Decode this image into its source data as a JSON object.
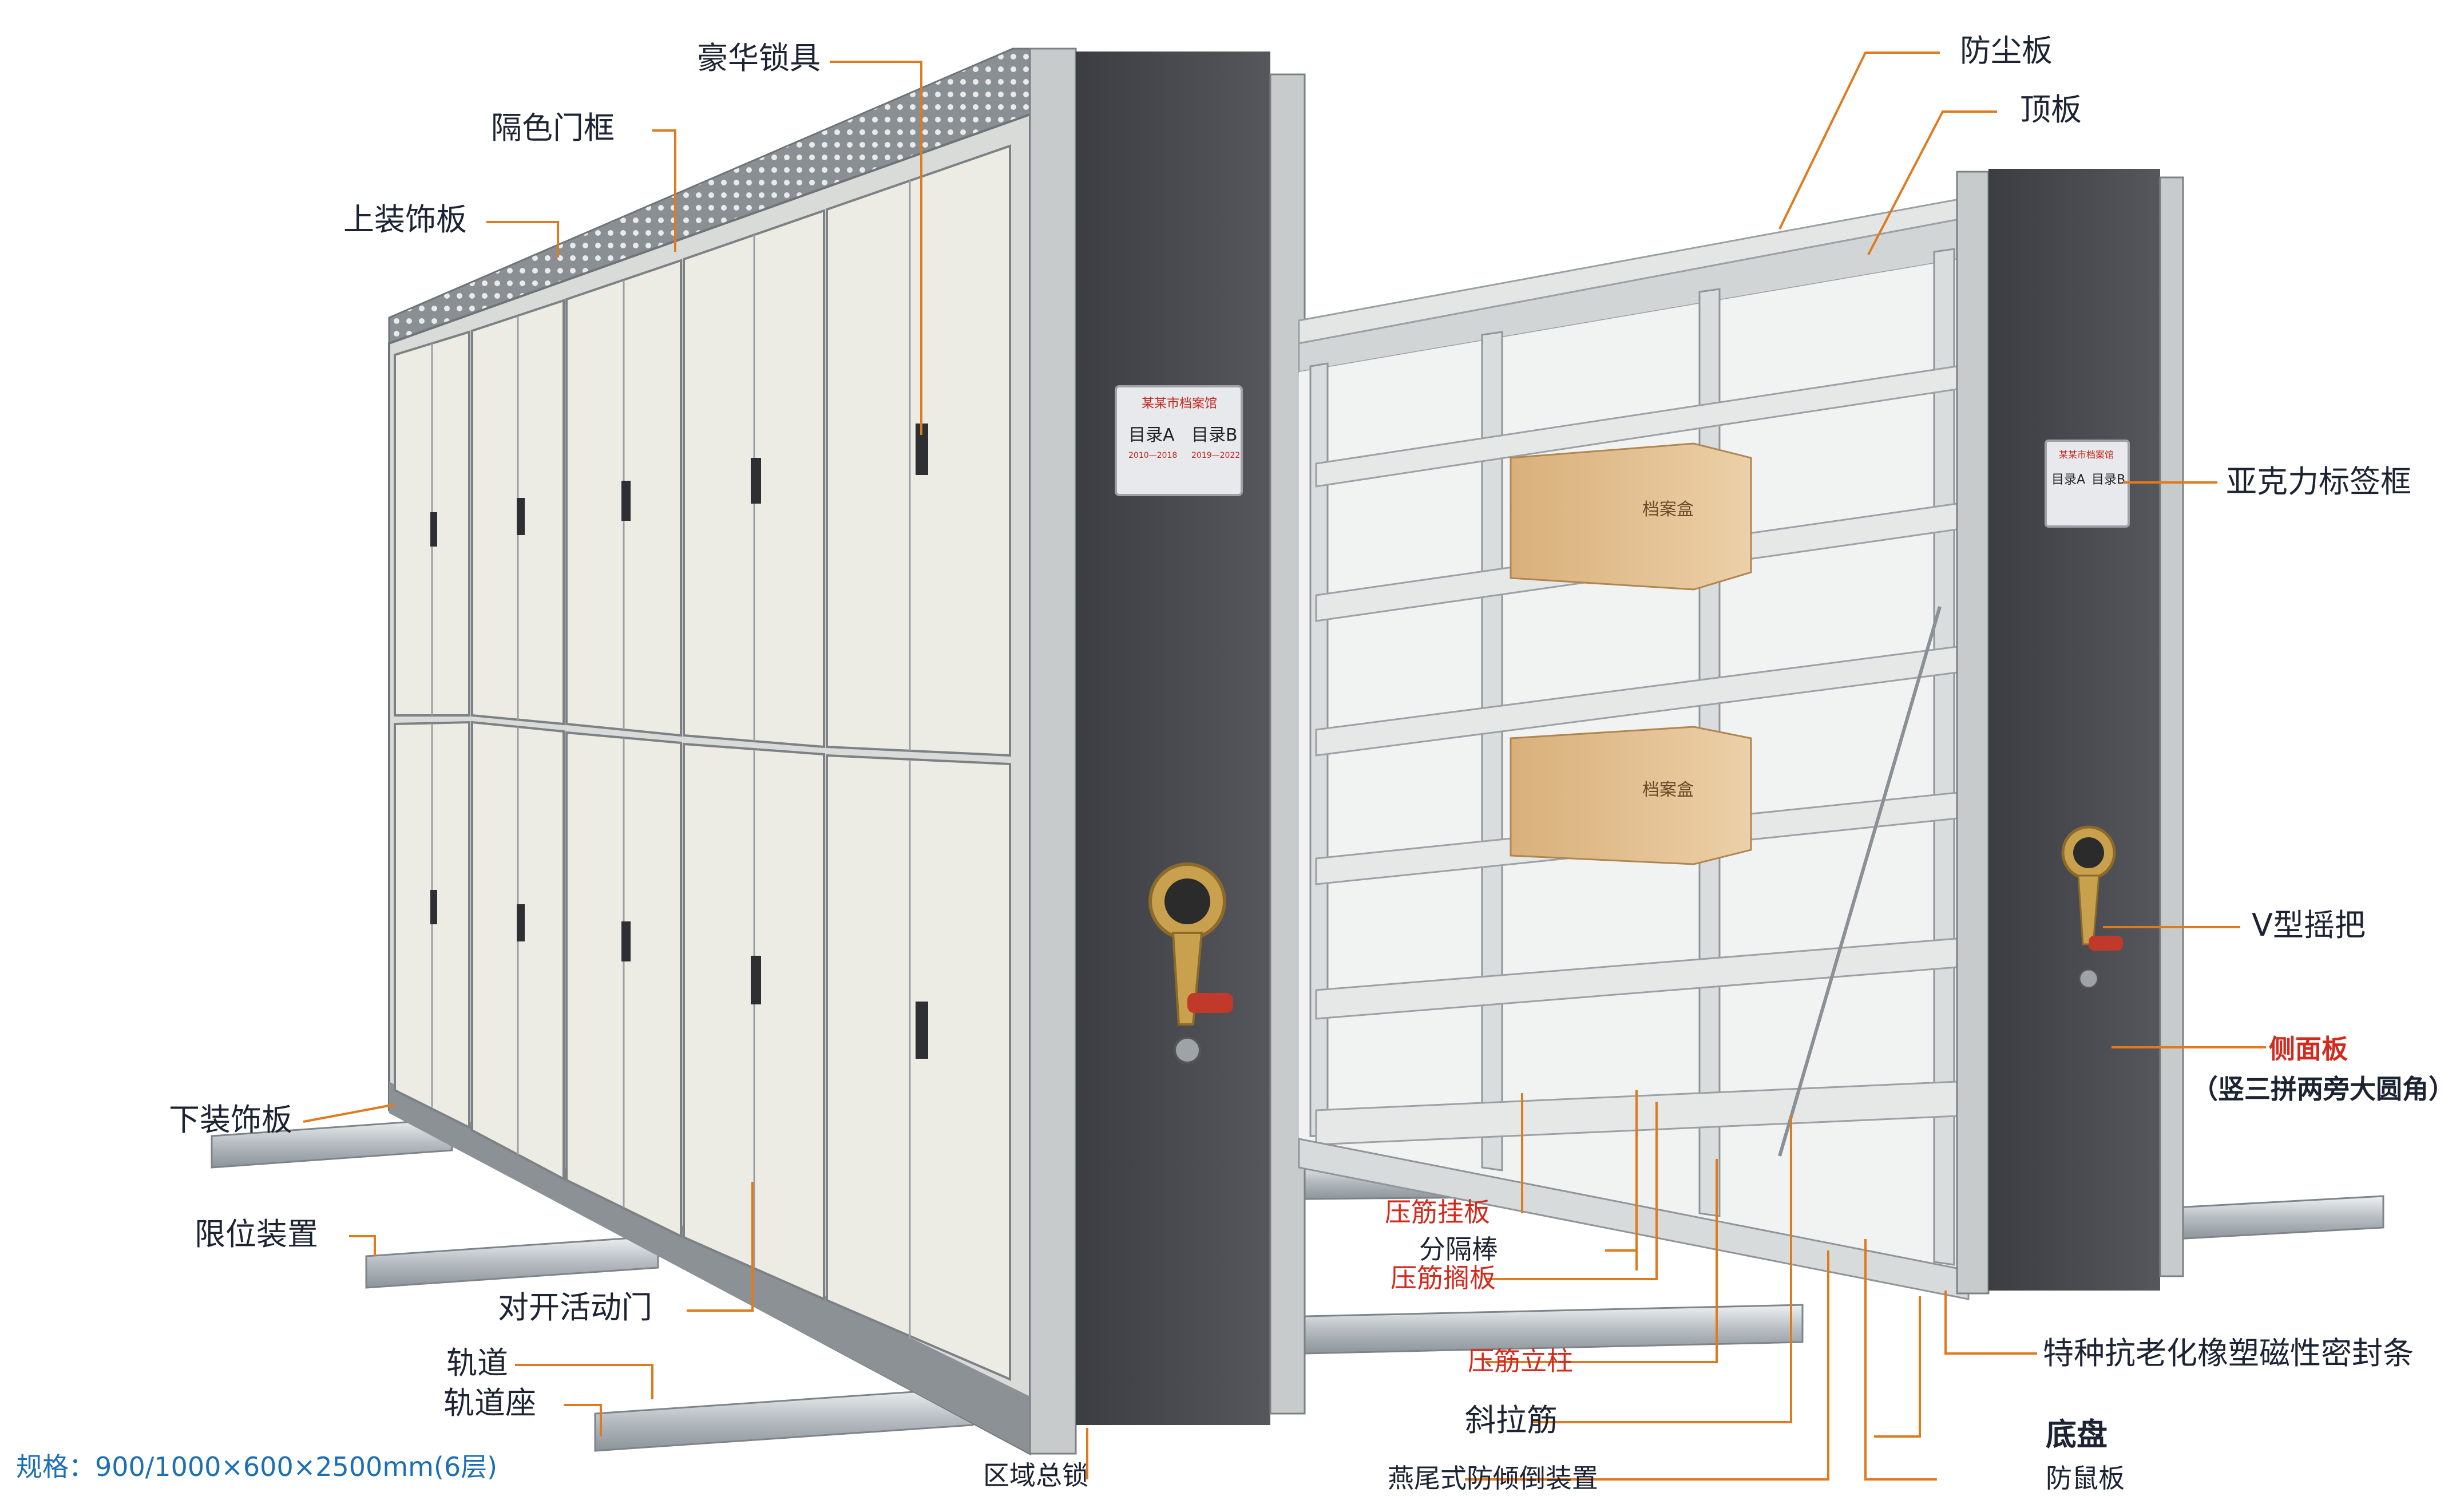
{
  "labels": {
    "luxury_lock": "豪华锁具",
    "color_door_frame": "隔色门框",
    "top_decor_panel": "上装饰板",
    "bottom_decor_panel": "下装饰板",
    "limit_device": "限位装置",
    "double_door": "对开活动门",
    "track": "轨道",
    "track_base": "轨道座",
    "zone_lock": "区域总锁",
    "dust_board": "防尘板",
    "top_board": "顶板",
    "acrylic_label_frame": "亚克力标签框",
    "v_handle": "V型摇把",
    "side_panel": "侧面板",
    "side_panel_note": "（竖三拼两旁大圆角）",
    "shelf_hang_plate": "压筋挂板",
    "divider_rod": "分隔棒",
    "shelf_board": "压筋搁板",
    "upright_post": "压筋立柱",
    "diagonal_brace": "斜拉筋",
    "anti_tip_device": "燕尾式防倾倒装置",
    "magnetic_seal": "特种抗老化橡塑磁性密封条",
    "chassis": "底盘",
    "rat_guard": "防鼠板"
  },
  "spec_text": "规格：900/1000×600×2500mm(6层)",
  "label_frame": {
    "title": "某某市档案馆",
    "entry_a": "目录A",
    "entry_b": "目录B",
    "range_a": "2010—2018",
    "range_b": "2019—2022"
  },
  "box_label": "档案盒",
  "colors": {
    "leader_line": "#e07a1f",
    "label_text": "#1c2333",
    "red_label": "#d42a1e",
    "spec_blue": "#1b6fb5",
    "side_panel": "#4a4b50",
    "door_panel": "#ecebe4",
    "frame_grey": "#bfc3c4",
    "archive_box": "#e2bf8f"
  }
}
